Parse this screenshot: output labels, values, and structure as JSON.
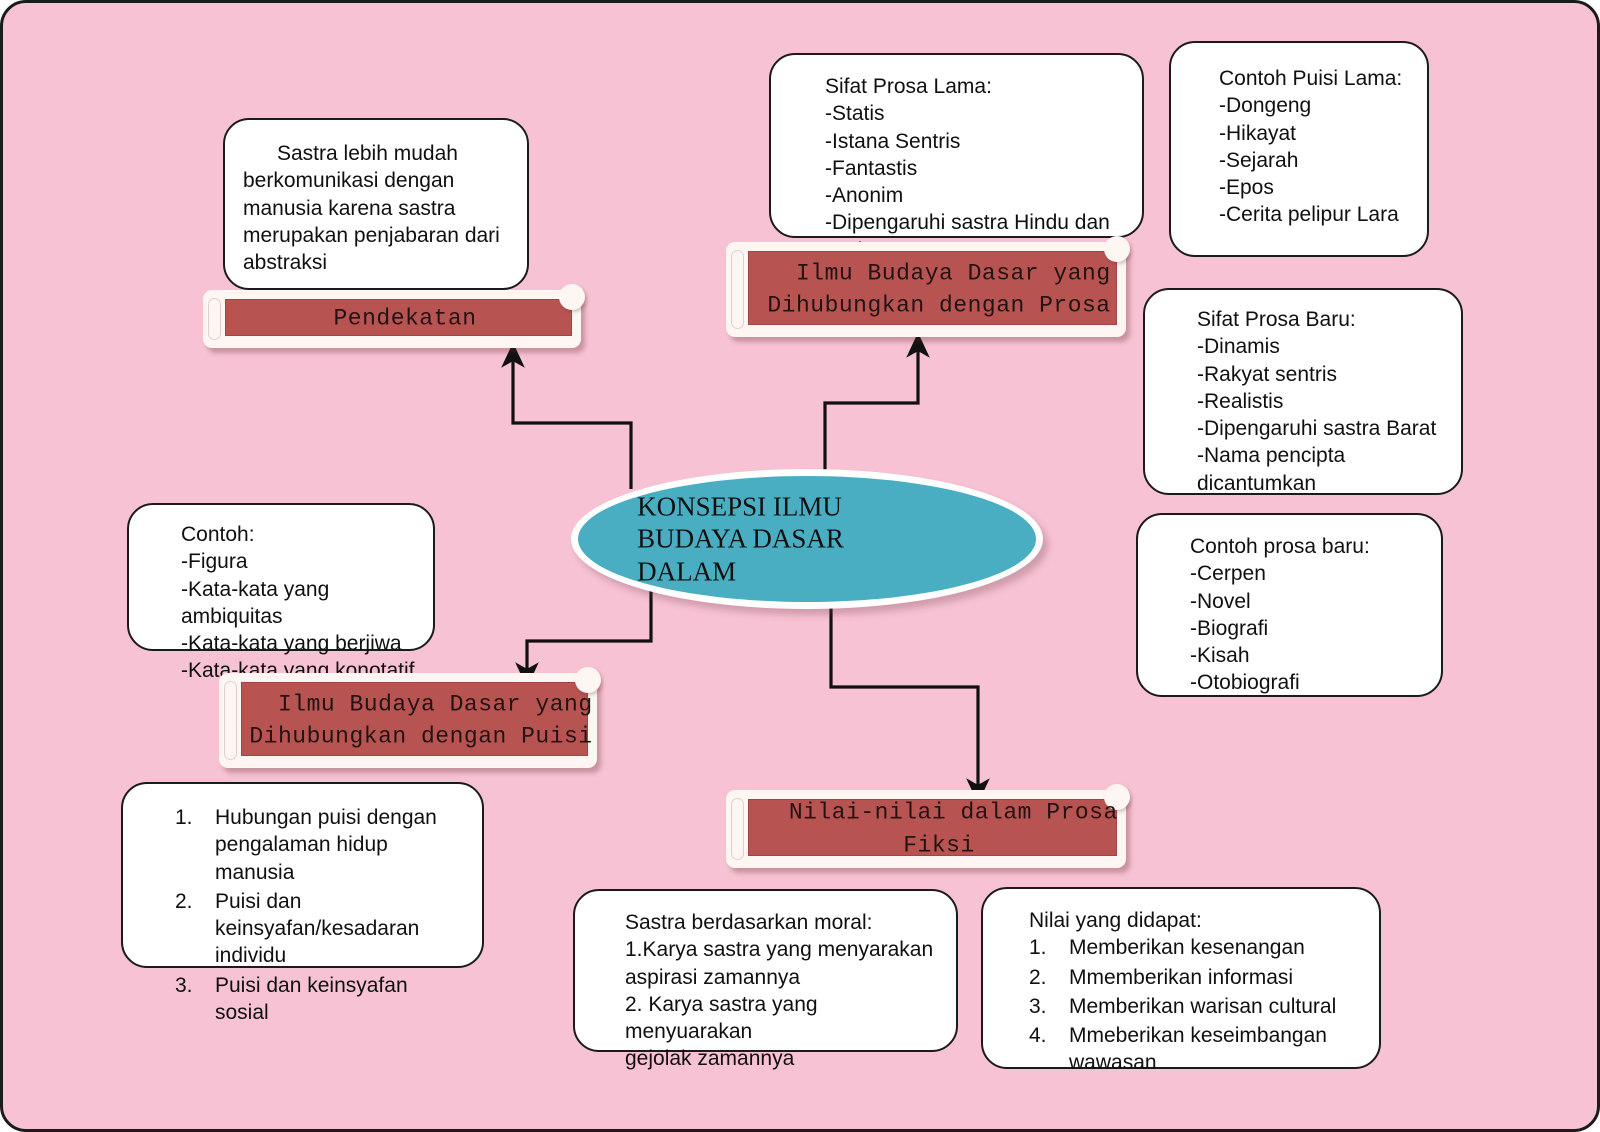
{
  "page": {
    "background_color": "#f7c2d3",
    "border_color": "#1b1b1b"
  },
  "central_node": {
    "label": "KONSEPSI ILMU\nBUDAYA DASAR\nDALAM",
    "fill_color": "#4aaec2",
    "text_color": "#111111"
  },
  "banners": {
    "color": "#b75350",
    "pendekatan": "Pendekatan",
    "prosa": "  Ilmu Budaya Dasar yang\nDihubungkan dengan Prosa",
    "puisi": "  Ilmu Budaya Dasar yang\nDihubungkan dengan Puisi",
    "nilai_prosa_fiksi": "  Nilai-nilai dalam Prosa\nFiksi"
  },
  "notes": {
    "sastra_komunikasi": {
      "lines": [
        "Sastra lebih mudah",
        "berkomunikasi dengan",
        "manusia karena sastra",
        "merupakan penjabaran dari",
        "abstraksi"
      ]
    },
    "contoh_pendekatan": {
      "lines": [
        "Contoh:",
        "-Figura",
        "-Kata-kata yang ambiquitas",
        "-Kata-kata yang berjiwa",
        "-Kata-kata yang konotatif"
      ]
    },
    "hubungan_puisi": {
      "items": [
        {
          "num": "1.",
          "text": "Hubungan puisi dengan pengalaman hidup manusia"
        },
        {
          "num": "2.",
          "text": "Puisi dan keinsyafan/kesadaran individu"
        },
        {
          "num": "3.",
          "text": "Puisi dan keinsyafan sosial"
        }
      ]
    },
    "sifat_prosa_lama": {
      "lines": [
        "Sifat Prosa Lama:",
        "-Statis",
        "-Istana Sentris",
        "-Fantastis",
        "-Anonim",
        "-Dipengaruhi sastra Hindu dan Arab"
      ]
    },
    "contoh_puisi_lama": {
      "lines": [
        "Contoh Puisi Lama:",
        "-Dongeng",
        "-Hikayat",
        "-Sejarah",
        "-Epos",
        "-Cerita pelipur Lara"
      ]
    },
    "sifat_prosa_baru": {
      "lines": [
        "Sifat Prosa Baru:",
        "-Dinamis",
        "-Rakyat sentris",
        "-Realistis",
        "-Dipengaruhi sastra Barat",
        "-Nama pencipta",
        "dicantumkan"
      ]
    },
    "contoh_prosa_baru": {
      "lines": [
        "Contoh prosa baru:",
        "-Cerpen",
        "-Novel",
        "-Biografi",
        "-Kisah",
        "-Otobiografi"
      ]
    },
    "sastra_moral": {
      "lines": [
        "Sastra berdasarkan moral:",
        "1.Karya sastra yang menyarakan",
        "aspirasi zamannya",
        "2. Karya sastra yang menyuarakan",
        "gejolak zamannya"
      ]
    },
    "nilai_didapat": {
      "title": "Nilai yang didapat:",
      "items": [
        {
          "num": "1.",
          "text": "Memberikan kesenangan"
        },
        {
          "num": "2.",
          "text": "Mmemberikan informasi"
        },
        {
          "num": "3.",
          "text": "Memberikan warisan cultural"
        },
        {
          "num": "4.",
          "text": "Mmeberikan keseimbangan wawasan"
        }
      ]
    }
  }
}
